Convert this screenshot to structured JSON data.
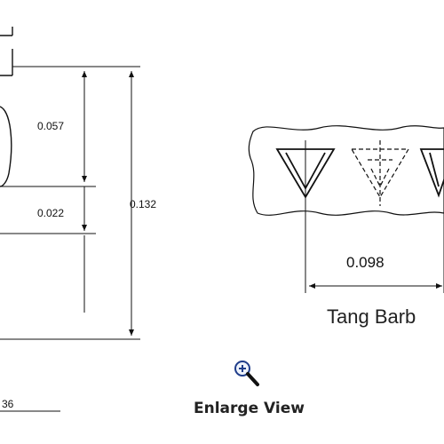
{
  "drawing": {
    "dimensions": {
      "d1": "0.057",
      "d2": "0.022",
      "d3": "0.132",
      "d4": "0.098",
      "d5_partial": "36"
    },
    "caption": "Tang Barb",
    "enlarge_label": "Enlarge View",
    "icons": {
      "zoom": "magnifier-plus-icon"
    }
  }
}
